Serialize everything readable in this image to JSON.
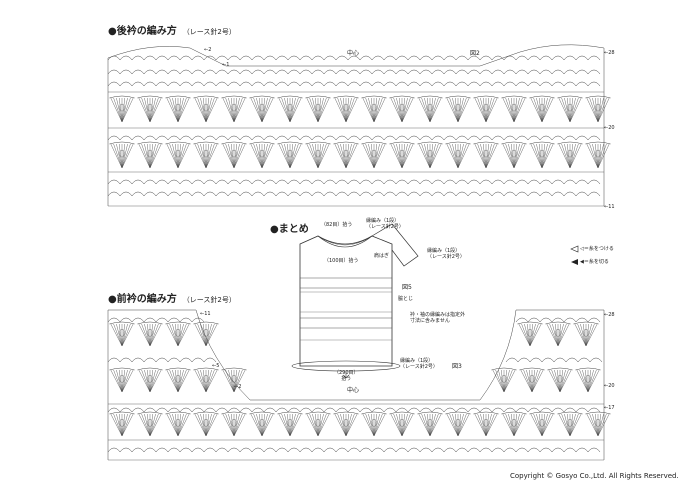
{
  "back": {
    "title": "●後衿の編み方",
    "needle": "（レース針2号）",
    "center": "中心",
    "fig": "図2",
    "label_left_top": "←2",
    "label_left_mid": "←1",
    "row_28": "←28",
    "row_20": "←20",
    "row_11": "←11"
  },
  "summary": {
    "title": "●まとめ",
    "pick_top": "（82目）拾う",
    "edge_top": "縁編み（1段）\n（レース針2号）",
    "pick_mid": "（100目）拾う",
    "sew": "肩はぎ",
    "edge_sleeve": "縁編み（1段）\n（レース針2号）",
    "fig5": "図5",
    "side": "脇とじ",
    "note": "衿・袖の縁編みは指定外\n寸法に含みません",
    "pick_bottom": "（290目）\n拾う",
    "edge_bottom": "縁編み（1段）\n（レース針2号）",
    "fig3": "図3"
  },
  "legend": {
    "attach": "◁＝糸をつける",
    "cut": "◀＝糸を切る"
  },
  "front": {
    "title": "●前衿の編み方",
    "needle": "（レース針2号）",
    "center": "中心",
    "row_left_11": "←11",
    "row_left_5": "←5",
    "row_left_2": "←2",
    "row_28": "←28",
    "row_20": "←20",
    "row_17": "←17"
  },
  "copyright": "Copyright © Gosyo Co.,Ltd. All Rights Reserved."
}
